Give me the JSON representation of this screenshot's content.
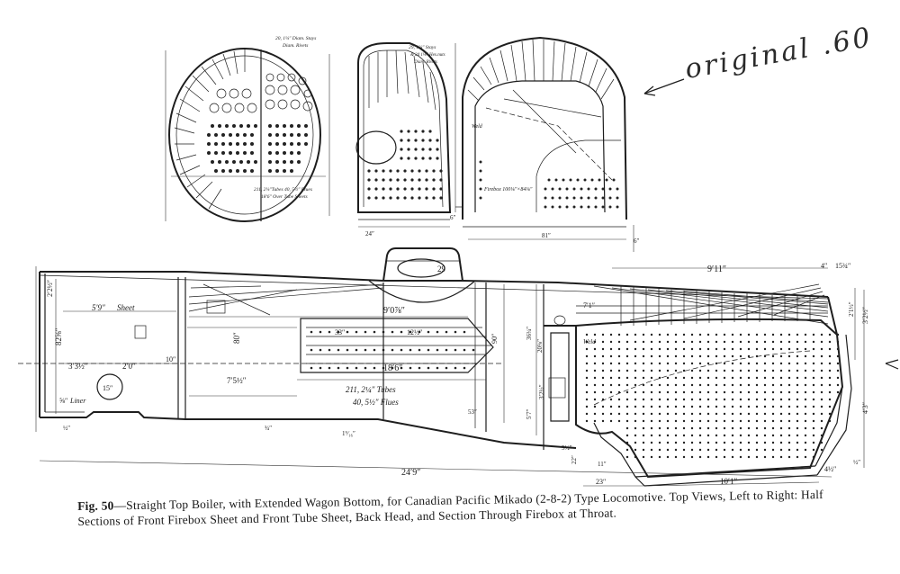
{
  "caption": {
    "fig_label": "Fig. 50",
    "text": "—Straight Top Boiler, with Extended Wagon Bottom, for Canadian Pacific Mikado (2-8-2) Type Locomotive. Top Views, Left to Right: Half Sections of Front Firebox Sheet and Front Tube Sheet, Back Head, and Section Through Firebox at Throat."
  },
  "handwritten_annotation": "original .60",
  "top_view_labels": {
    "front_sheet_stays": "20, 1¼″ Diam. Stays",
    "front_sheet_rivets": "Diam. Rivets",
    "tube_note_1": "211, 2¼″Tubes 40, 5½″ Flues",
    "tube_note_2": "18′6″ Over Tube Sheets",
    "back_head_stays": "29, 1¼″ Stays",
    "back_head_stays_2": "& 24 1⅛″ Hex.nuts",
    "back_head_rivets": "Diam. Rivets",
    "firebox_size": "Firebox 100⅛″×84⅛″",
    "weld": "Weld",
    "dim_24": "24″",
    "dim_81": "81″",
    "dim_6a": "6″",
    "dim_6b": "6″"
  },
  "side_view_labels": {
    "dome": "29",
    "sheet": "Sheet",
    "liner": "Liner",
    "liner_frac": "⅝″",
    "dim_2_2_half": "2′2½″",
    "dim_5_9": "5′9″",
    "dim_82": "82⅝″",
    "dim_3_3": "3′3½″",
    "dim_2_0": "2′0″",
    "dim_10": "10″",
    "dim_15": "15″",
    "dim_7_5": "7′5½″",
    "dim_80": "80″",
    "dim_9_0": "9′0⅞″",
    "dim_33": "33″",
    "dim_12": "12½″",
    "dim_18_6": "18′6″",
    "tubes": "211, 2¼″ Tubes",
    "flues": "40, 5½″ Flues",
    "dim_90": "90″",
    "dim_36": "36¾″",
    "dim_20": "20⅜″",
    "dim_32": "3′2½″",
    "dim_5_7": "5′7″",
    "dim_22": "22″",
    "dim_55": "5½″",
    "dim_53": "53″",
    "dim_19_16": "1⁹⁄₁₆″",
    "dim_11": "11″",
    "dim_9_11": "9′11″",
    "dim_4": "4″",
    "dim_15_3": "15¾″",
    "dim_7_1": "7′1″",
    "dim_3_2": "3′2½″",
    "dim_2_1": "2′1½″",
    "dim_4_3": "4′3″",
    "weld_label": "Weld",
    "dim_23": "23″",
    "dim_10_1": "10′1″",
    "dim_4_5": "4½″",
    "dim_24_9": "24′9″",
    "dim_3_4": "¾″",
    "dim_half_a": "½″",
    "dim_half_b": "½″"
  }
}
